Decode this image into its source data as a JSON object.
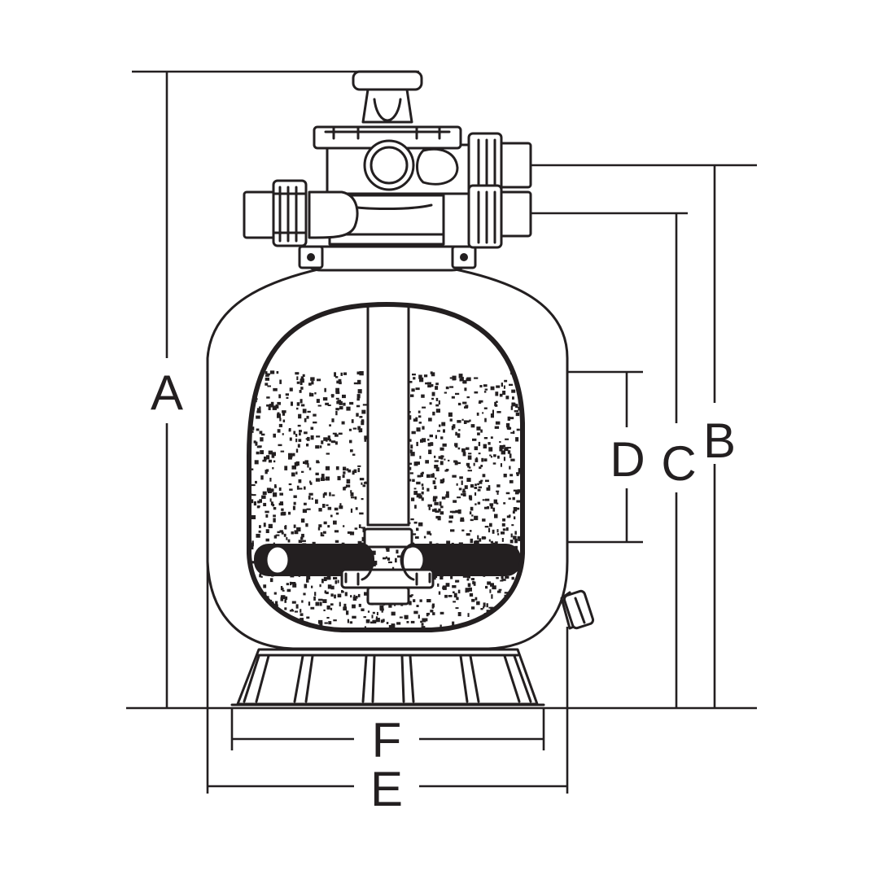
{
  "dimensions": {
    "A": "A",
    "B": "B",
    "C": "C",
    "D": "D",
    "E": "E",
    "F": "F"
  },
  "colors": {
    "line": "#231f20",
    "background": "#ffffff",
    "sand": "#231f20"
  }
}
